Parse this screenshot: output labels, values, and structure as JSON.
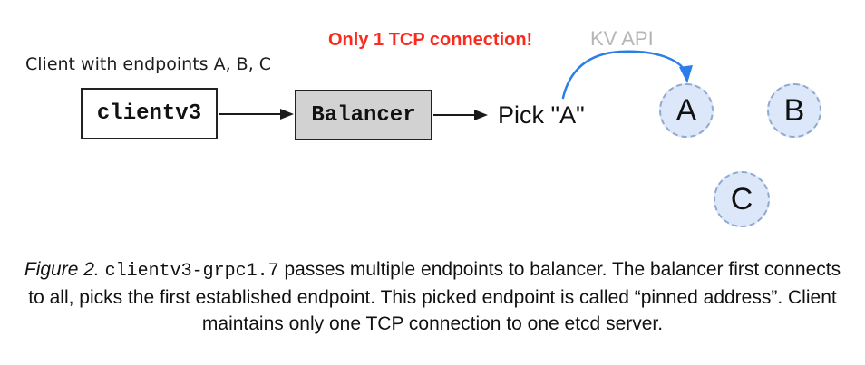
{
  "diagram": {
    "top_label": "Client with endpoints A, B, C",
    "client_box_label": "clientv3",
    "balancer_box_label": "Balancer",
    "pick_label": "Pick \"A\"",
    "tcp_note": "Only 1 TCP connection!",
    "kv_api_label": "KV API",
    "endpoints": [
      {
        "label": "A"
      },
      {
        "label": "B"
      },
      {
        "label": "C"
      }
    ],
    "colors": {
      "tcp_note_red": "#fb2a1e",
      "kv_arrow_blue": "#2b7de9",
      "kv_label_gray": "#b5b5b5",
      "endpoint_fill": "#dce8f9",
      "endpoint_border": "#8fa9cf",
      "balancer_fill": "#d2d2d2",
      "arrow_black": "#1a1a1a"
    }
  },
  "caption": {
    "figure_label": "Figure 2. ",
    "code": "clientv3-grpc1.7",
    "text": " passes multiple endpoints to balancer. The balancer first connects to all, picks the first established endpoint. This picked endpoint is called “pinned address”. Client maintains only one TCP connection to one etcd server."
  }
}
